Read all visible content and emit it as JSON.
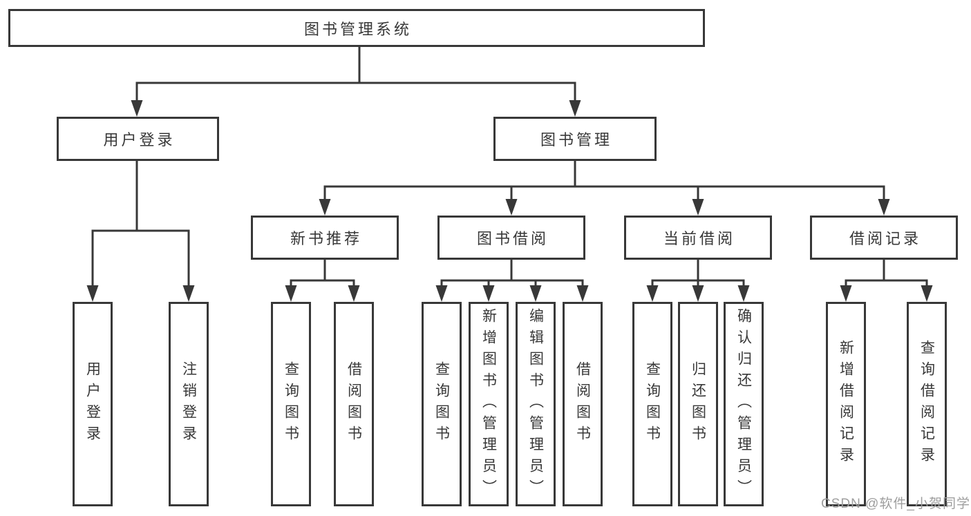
{
  "diagram": {
    "root": {
      "label": "图书管理系统"
    },
    "branches": [
      {
        "label": "用户登录",
        "children": [
          {
            "label": "用户登录"
          },
          {
            "label": "注销登录"
          }
        ]
      },
      {
        "label": "图书管理",
        "sections": [
          {
            "label": "新书推荐",
            "children": [
              {
                "label": "查询图书"
              },
              {
                "label": "借阅图书"
              }
            ]
          },
          {
            "label": "图书借阅",
            "children": [
              {
                "label": "查询图书"
              },
              {
                "label": "新增图书（管理员）"
              },
              {
                "label": "编辑图书（管理员）"
              },
              {
                "label": "借阅图书"
              }
            ]
          },
          {
            "label": "当前借阅",
            "children": [
              {
                "label": "查询图书"
              },
              {
                "label": "归还图书"
              },
              {
                "label": "确认归还（管理员）"
              }
            ]
          },
          {
            "label": "借阅记录",
            "children": [
              {
                "label": "新增借阅记录"
              },
              {
                "label": "查询借阅记录"
              }
            ]
          }
        ]
      }
    ]
  },
  "watermark": {
    "text": "CSDN @软件_小贺同学",
    "color": "#9e9e9e"
  },
  "colors": {
    "line": "#383838",
    "text": "#383838",
    "box_background": "#ffffff",
    "page_background": "#ffffff"
  }
}
